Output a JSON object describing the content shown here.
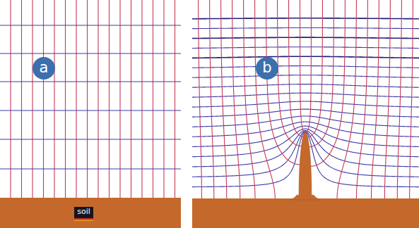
{
  "diagram": {
    "nodes": [
      {
        "text": [
          "a"
        ]
      },
      {
        "text": [
          "b"
        ]
      },
      {
        "text": [
          "soil"
        ]
      }
    ]
  }
}
